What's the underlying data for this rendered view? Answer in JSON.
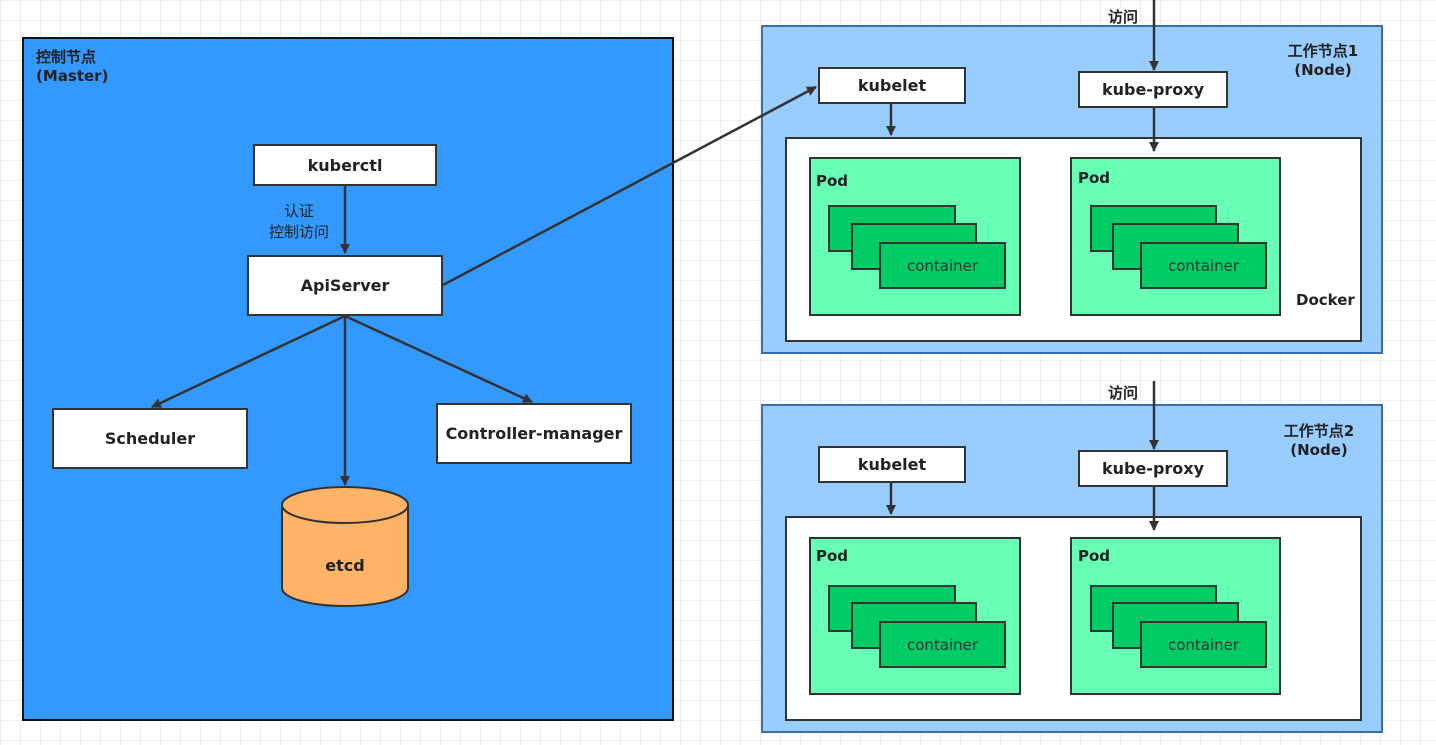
{
  "master": {
    "title_line1": "控制节点",
    "title_line2": "(Master)",
    "kubectl": "kuberctl",
    "edge_label_line1": "认证",
    "edge_label_line2": "控制访问",
    "apiserver": "ApiServer",
    "scheduler": "Scheduler",
    "controller_manager": "Controller-manager",
    "etcd": "etcd"
  },
  "nodes": [
    {
      "title_line1": "工作节点1",
      "title_line2": "(Node)",
      "access_label": "访问",
      "kubelet": "kubelet",
      "kube_proxy": "kube-proxy",
      "runtime_label": "Docker",
      "pods": [
        {
          "label": "Pod",
          "container": "container"
        },
        {
          "label": "Pod",
          "container": "container"
        }
      ]
    },
    {
      "title_line1": "工作节点2",
      "title_line2": "(Node)",
      "access_label": "访问",
      "kubelet": "kubelet",
      "kube_proxy": "kube-proxy",
      "pods": [
        {
          "label": "Pod",
          "container": "container"
        },
        {
          "label": "Pod",
          "container": "container"
        }
      ]
    }
  ],
  "colors": {
    "master_fill": "#3399ff",
    "node_fill": "#99ccff",
    "pod_fill": "#66ffb3",
    "container_fill": "#00cc66",
    "etcd_fill": "#ffb366"
  }
}
